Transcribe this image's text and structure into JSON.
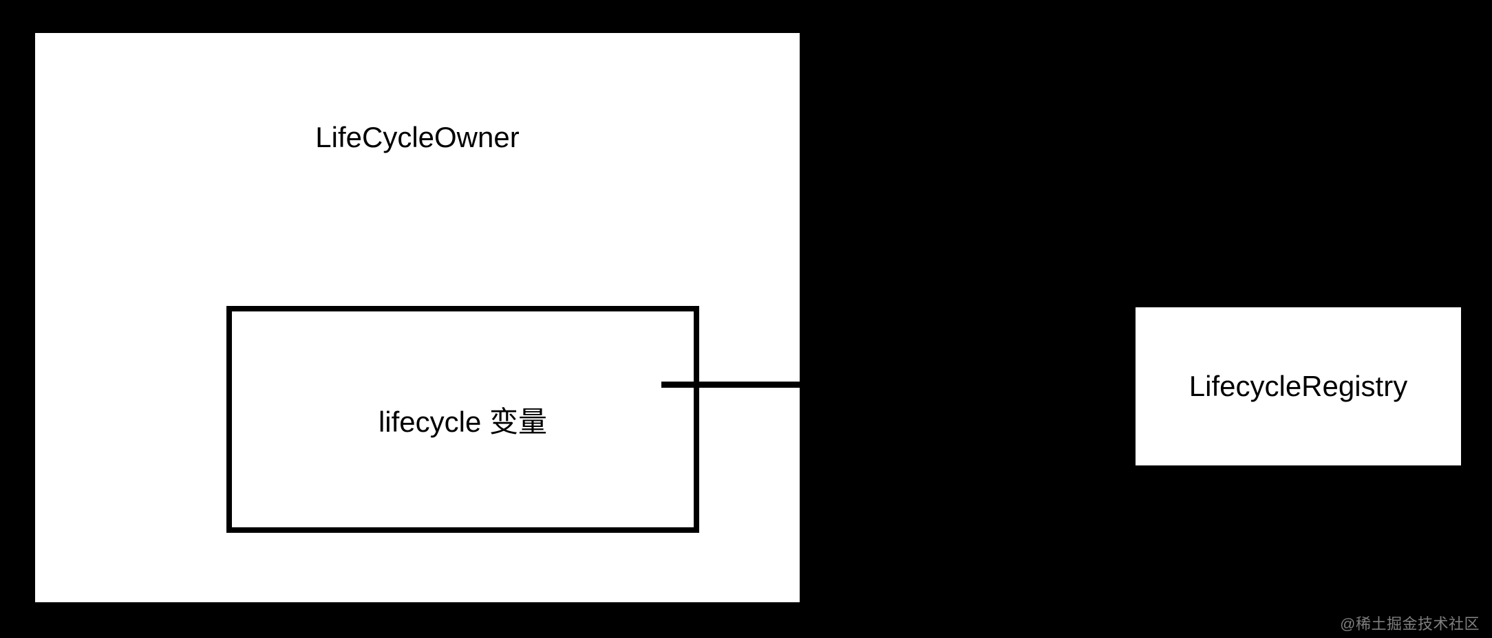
{
  "diagram": {
    "background_color": "#000000",
    "shape_fill": "#ffffff",
    "stroke_color": "#000000",
    "owner": {
      "title": "LifeCycleOwner",
      "inner": {
        "label": "lifecycle 变量"
      }
    },
    "registry": {
      "title": "LifecycleRegistry"
    },
    "connector": {
      "label": ""
    }
  },
  "watermark": {
    "text": "@稀土掘金技术社区"
  }
}
